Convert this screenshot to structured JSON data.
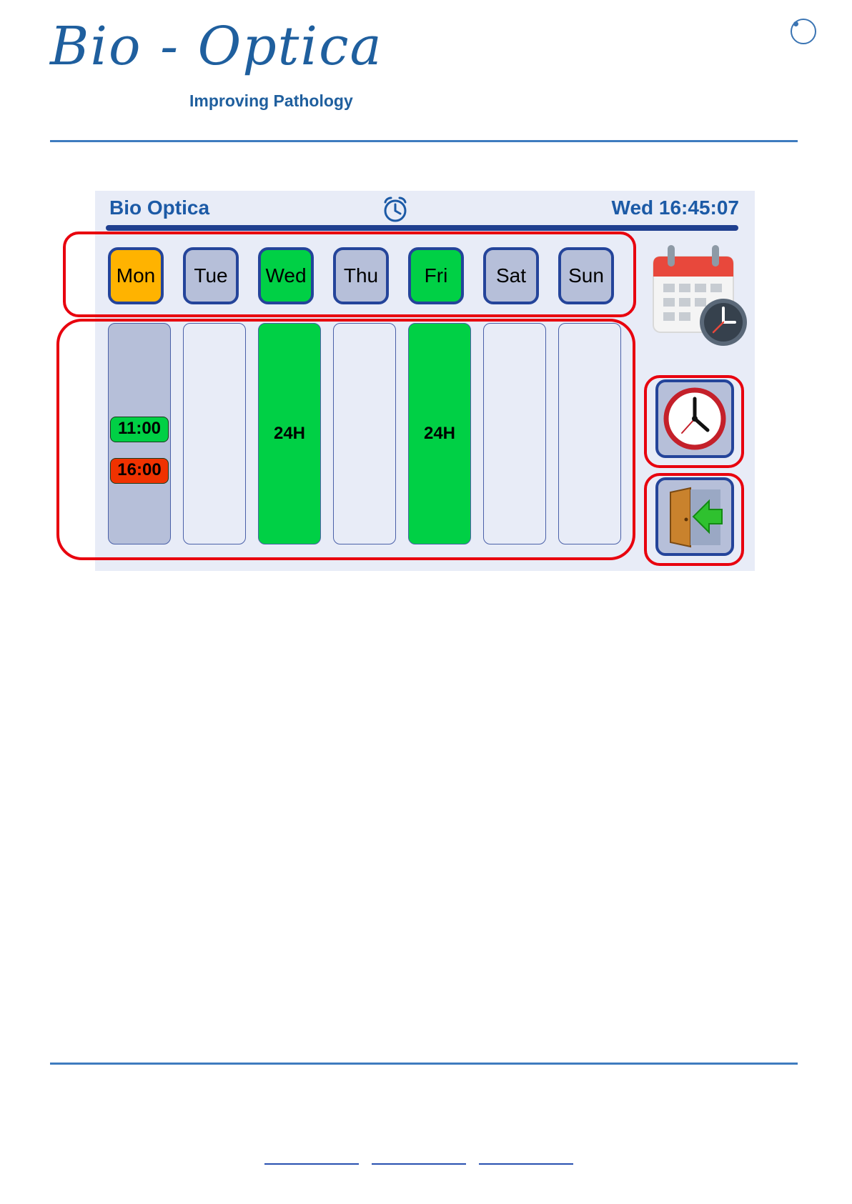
{
  "page": {
    "logo_wordmark": "Bio - Optica",
    "logo_tagline": "Improving Pathology"
  },
  "screen": {
    "brand": "Bio Optica",
    "clock": "Wed 16:45:07",
    "days": [
      {
        "label": "Mon",
        "state": "selected"
      },
      {
        "label": "Tue",
        "state": "off"
      },
      {
        "label": "Wed",
        "state": "on"
      },
      {
        "label": "Thu",
        "state": "off"
      },
      {
        "label": "Fri",
        "state": "on"
      },
      {
        "label": "Sat",
        "state": "off"
      },
      {
        "label": "Sun",
        "state": "off"
      }
    ],
    "schedule": {
      "mon_on": "11:00",
      "mon_off": "16:00",
      "wed": "24H",
      "fri": "24H"
    },
    "icons": {
      "alarm": "alarm-clock-icon",
      "calendar": "calendar-clock-icon",
      "clock": "clock-icon",
      "exit": "exit-door-icon"
    },
    "colors": {
      "selected": "#ffb300",
      "active": "#00d045",
      "inactive": "#b6bfd9",
      "off_time": "#f03200",
      "highlight": "#e8000e"
    }
  }
}
